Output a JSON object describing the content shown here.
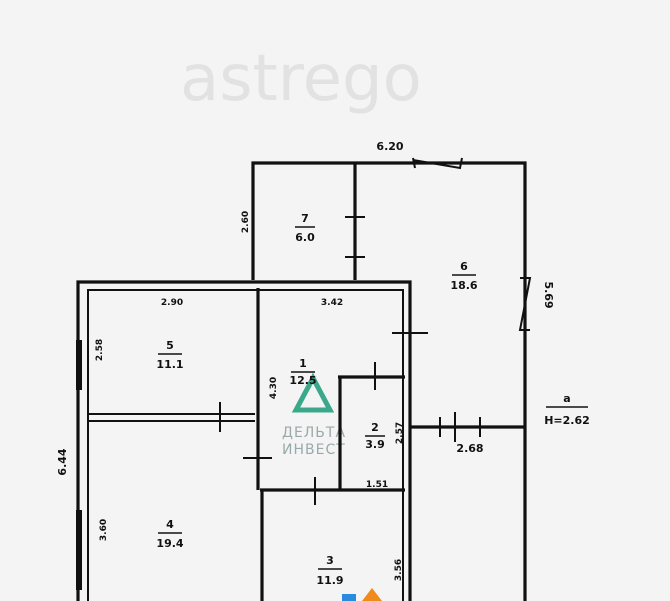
{
  "watermarks": {
    "astrego": "astrego",
    "delta_line1": "ДЕЛЬТА",
    "delta_line2": "ИНВЕСТ",
    "accent_color": "#3aa88a"
  },
  "rooms": [
    {
      "number": "1",
      "area": "12.5"
    },
    {
      "number": "2",
      "area": "3.9"
    },
    {
      "number": "3",
      "area": "11.9"
    },
    {
      "number": "4",
      "area": "19.4"
    },
    {
      "number": "5",
      "area": "11.1"
    },
    {
      "number": "6",
      "area": "18.6"
    },
    {
      "number": "7",
      "area": "6.0"
    }
  ],
  "dimensions": {
    "top_width": "6.20",
    "room7_height": "2.60",
    "room6_height": "5.69",
    "room5_width": "2.90",
    "room1_width": "3.42",
    "room5_height": "2.58",
    "room1_height": "4.30",
    "room2_height": "2.57",
    "hall_width": "2.68",
    "total_height": "6.44",
    "room4_height": "3.60",
    "room2_width": "1.51",
    "room3_height": "3.56"
  },
  "legend": {
    "letter": "a",
    "ceiling_height": "H=2.62"
  }
}
